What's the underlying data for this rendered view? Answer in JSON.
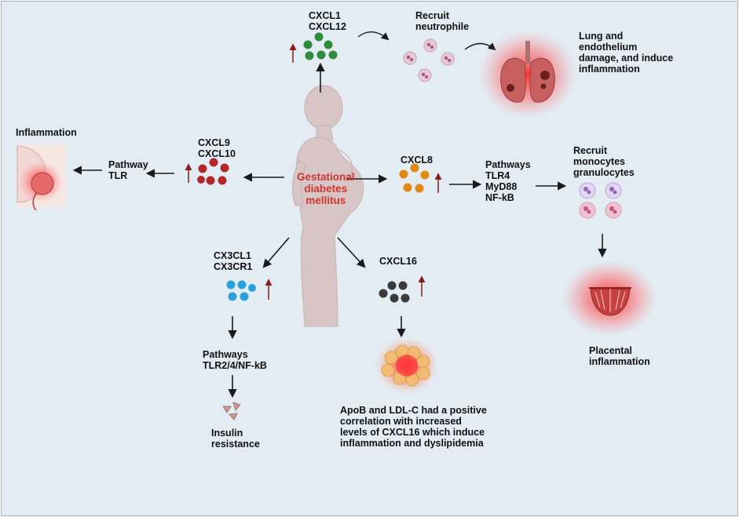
{
  "center": {
    "lines": [
      "Gestational",
      "diabetes",
      "mellitus"
    ]
  },
  "top": {
    "chemokines": [
      "CXCL1",
      "CXCL12"
    ],
    "recruit": [
      "Recruit",
      "neutrophile"
    ],
    "outcome": [
      "Lung and",
      "endothelium",
      "damage, and  induce",
      "inflammation"
    ]
  },
  "left": {
    "chemokines": [
      "CXCL9",
      "CXCL10"
    ],
    "pathway": [
      "Pathway",
      "TLR"
    ],
    "outcome": [
      "Inflammation"
    ]
  },
  "right": {
    "chemokine": "CXCL8",
    "pathways": [
      "Pathways",
      "TLR4",
      "MyD88",
      "NF-kB"
    ],
    "recruit": [
      "Recruit",
      "monocytes",
      "granulocytes"
    ],
    "outcome": [
      "Placental",
      "inflammation"
    ]
  },
  "bottom_left": {
    "chemokines": [
      "CX3CL1",
      "CX3CR1"
    ],
    "pathways": [
      "Pathways",
      "TLR2/4/NF-kB"
    ],
    "outcome": [
      "Insulin",
      "resistance"
    ]
  },
  "bottom_mid": {
    "chemokine": "CXCL16",
    "outcome": [
      "ApoB and LDL-C had a positive",
      "correlation with increased",
      "levels of CXCL16 which  induce",
      "inflammation and dyslipidemia"
    ]
  },
  "colors": {
    "background": "#e3ebf3",
    "center_text": "#d0342c",
    "up_arrow": "#8b1a1a",
    "cxcl1_dots": "#2e8b3e",
    "cxcl9_dots": "#b3262a",
    "cxcl8_dots": "#e08a14",
    "cx3cl1_dots": "#2b9fd9",
    "cxcl16_dots": "#3a3a3a"
  },
  "icons": [
    "woman-silhouette-icon",
    "lungs-icon",
    "pregnant-uterus-icon",
    "placenta-icon",
    "fat-cluster-icon",
    "neutrophil-icon",
    "monocyte-icon",
    "insulin-triangles-icon"
  ]
}
